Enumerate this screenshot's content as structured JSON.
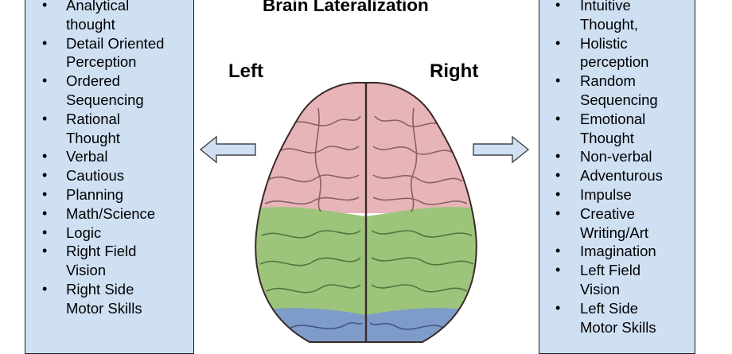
{
  "title": "Brain Lateralization",
  "left_label": "Left",
  "right_label": "Right",
  "left_traits": [
    "Analytical\nthought",
    "Detail Oriented\nPerception",
    "Ordered\nSequencing",
    "Rational\nThought",
    "Verbal",
    "Cautious",
    "Planning",
    "Math/Science",
    "Logic",
    "Right Field\nVision",
    "Right Side\nMotor Skills"
  ],
  "right_traits": [
    "Intuitive\nThought,",
    "Holistic\nperception",
    "Random\nSequencing",
    "Emotional\nThought",
    "Non-verbal",
    "Adventurous",
    "Impulse",
    "Creative\nWriting/Art",
    "Imagination",
    "Left Field\nVision",
    "Left Side\nMotor Skills"
  ],
  "colors": {
    "panel_fill": "#cfe0f3",
    "arrow_fill": "#cfe0f3",
    "frontal_lobe": "#e7b5b8",
    "parietal_lobe": "#9cc47a",
    "occipital_lobe": "#7f9bc9"
  }
}
